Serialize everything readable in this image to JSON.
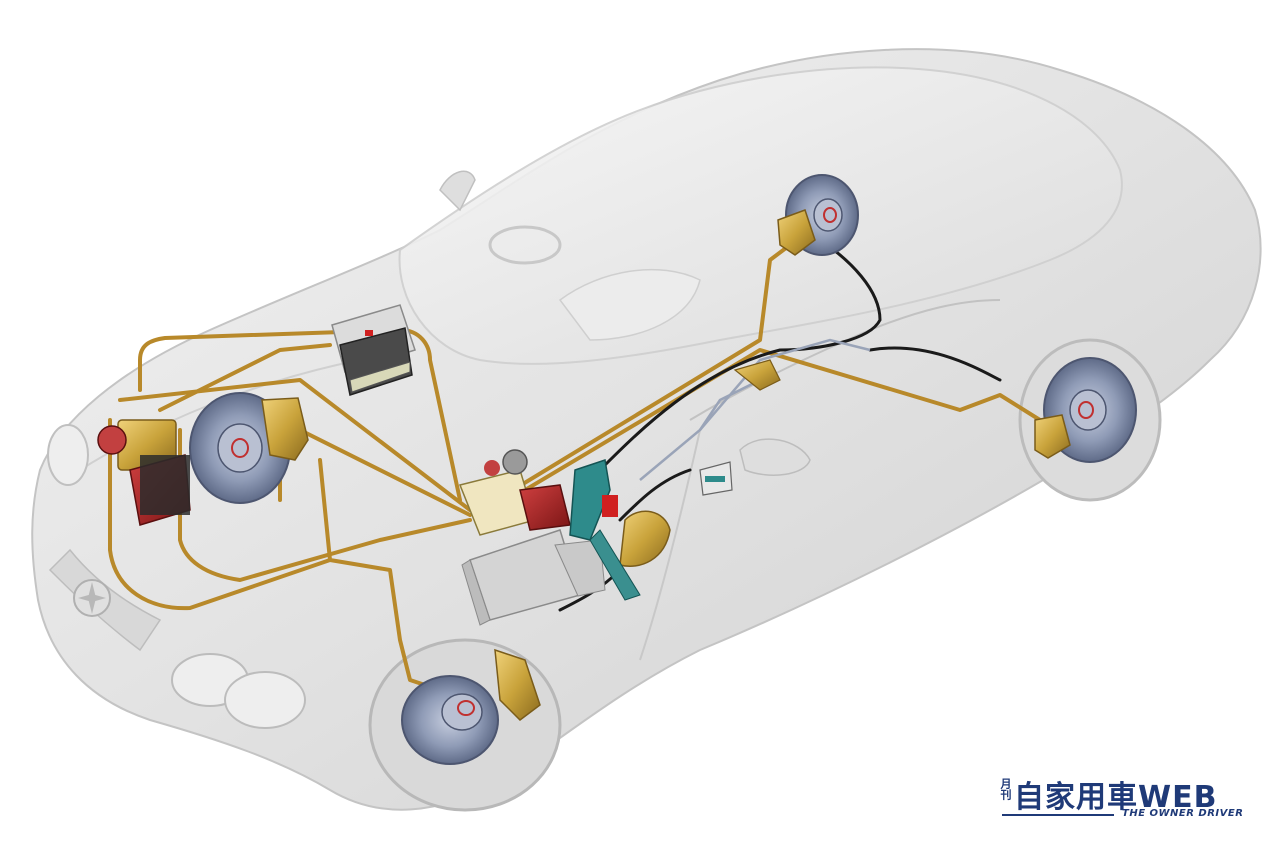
{
  "logo": {
    "main_text": "自家用車WEB",
    "small_text": "月刊",
    "subtitle": "THE OWNER DRIVER"
  },
  "colors": {
    "car_body": "#e6e6e6",
    "car_outline": "#c9c9c9",
    "brake_line": "#b8892a",
    "cable": "#1a1a1a",
    "disc": "#8a96b0",
    "caliper": "#c9a33b",
    "brand": "#1f3a78"
  },
  "components": [
    {
      "name": "abs-hydraulic-unit-icon"
    },
    {
      "name": "front-left-brake-disc-icon"
    },
    {
      "name": "front-right-brake-disc-icon"
    },
    {
      "name": "rear-left-brake-disc-icon"
    },
    {
      "name": "rear-right-brake-disc-icon"
    },
    {
      "name": "battery-icon"
    },
    {
      "name": "master-cylinder-reservoir-icon"
    },
    {
      "name": "control-unit-icon"
    },
    {
      "name": "brake-pedal-icon"
    },
    {
      "name": "parking-brake-lever-icon"
    }
  ]
}
